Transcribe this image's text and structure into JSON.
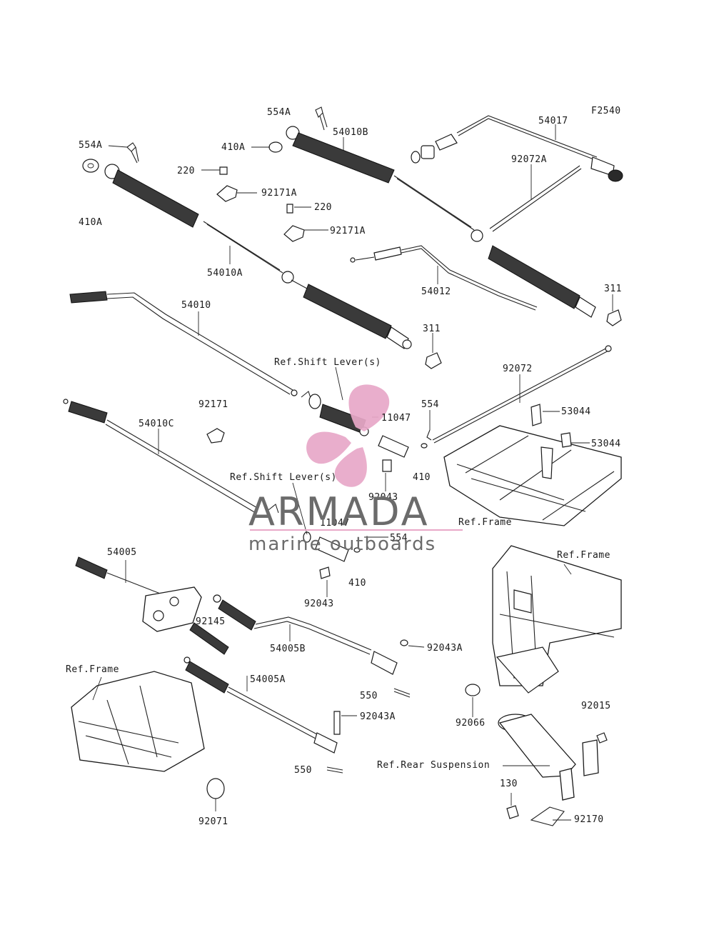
{
  "diagram": {
    "figure_code": "F2540",
    "part_labels": [
      "554A",
      "554A",
      "410A",
      "410A",
      "220",
      "220",
      "92171A",
      "92171A",
      "54010B",
      "54017",
      "92072A",
      "54010A",
      "54012",
      "311",
      "311",
      "54010",
      "Ref.Shift Lever(s)",
      "92171",
      "11047",
      "554",
      "92072",
      "53044",
      "53044",
      "54010C",
      "Ref.Shift Lever(s)",
      "92043",
      "410",
      "Ref.Frame",
      "11047",
      "554",
      "54005",
      "92043",
      "410",
      "Ref.Frame",
      "92145",
      "54005B",
      "92043A",
      "Ref.Frame",
      "54005A",
      "550",
      "92043A",
      "92066",
      "92015",
      "550",
      "Ref.Rear Suspension",
      "130",
      "92071",
      "92170"
    ]
  },
  "watermark": {
    "brand": "ARMADA",
    "tagline": "marine outboards",
    "color": "#e8a8c8"
  }
}
